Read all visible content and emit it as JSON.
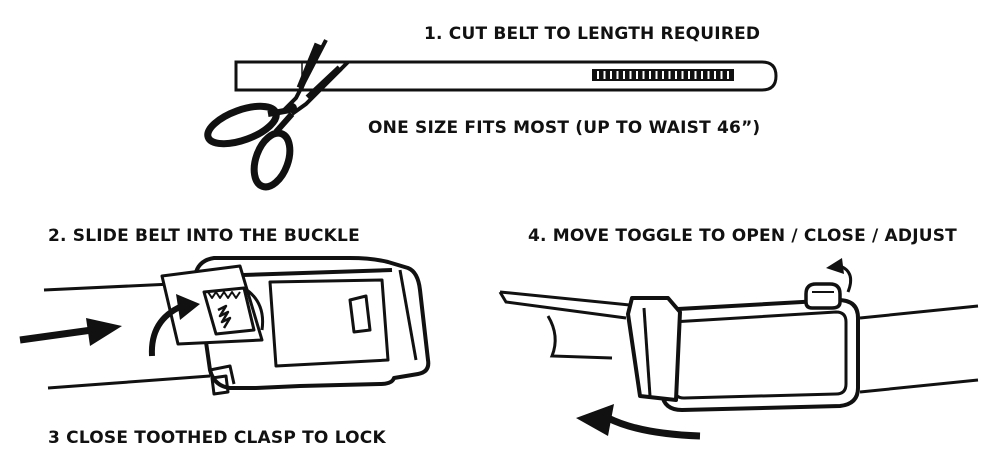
{
  "steps": {
    "step1": "1. CUT BELT TO LENGTH REQUIRED",
    "note1": "ONE SIZE FITS MOST (UP TO WAIST 46”)",
    "step2": "2. SLIDE BELT INTO THE BUCKLE",
    "step3": "3 CLOSE TOOTHED CLASP TO LOCK",
    "step4": "4. MOVE TOGGLE TO OPEN / CLOSE / ADJUST"
  },
  "icons": [
    "scissors-icon",
    "belt-strap-icon",
    "ratchet-track-icon",
    "buckle-icon",
    "arrow-right-icon",
    "curved-arrow-icon",
    "toggle-icon",
    "arrow-left-icon"
  ],
  "colors": {
    "ink": "#111111",
    "paper": "#ffffff"
  }
}
